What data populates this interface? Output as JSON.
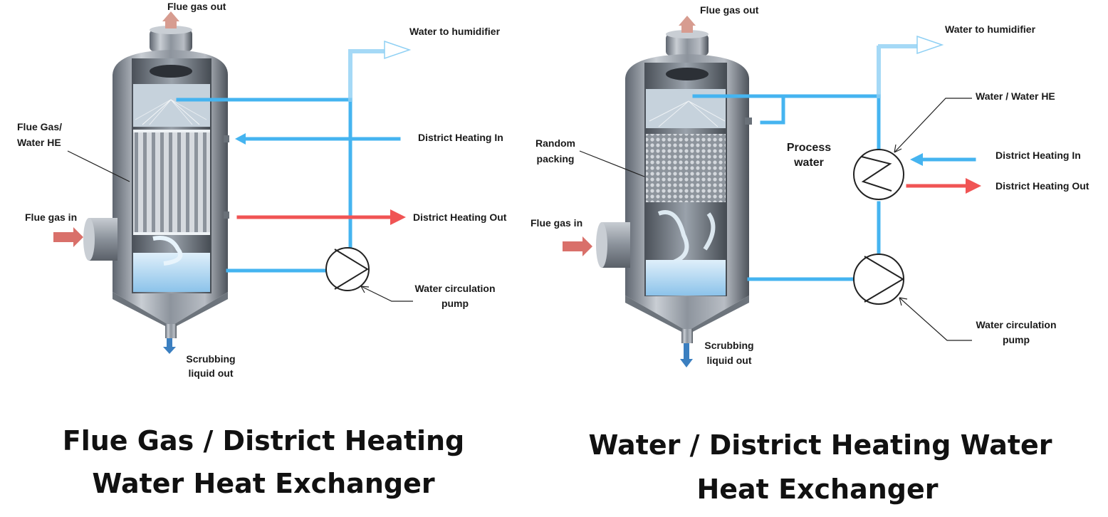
{
  "left_diagram": {
    "flue_gas_out": "Flue gas out",
    "water_to_humidifier": "Water to humidifier",
    "flue_gas_water_he": [
      "Flue Gas/",
      "Water HE"
    ],
    "district_heating_in": "District Heating In",
    "flue_gas_in": "Flue gas in",
    "district_heating_out": "District Heating Out",
    "water_circulation_pump": [
      "Water circulation",
      "pump"
    ],
    "scrubbing_liquid_out": [
      "Scrubbing",
      "liquid out"
    ],
    "caption": [
      "Flue Gas / District Heating",
      "Water Heat Exchanger"
    ]
  },
  "right_diagram": {
    "flue_gas_out": "Flue gas out",
    "water_to_humidifier": "Water to humidifier",
    "water_water_he": "Water / Water HE",
    "random_packing": [
      "Random",
      "packing"
    ],
    "process_water": [
      "Process",
      "water"
    ],
    "district_heating_in": "District Heating In",
    "district_heating_out": "District Heating Out",
    "flue_gas_in": "Flue gas in",
    "water_circulation_pump": [
      "Water circulation",
      "pump"
    ],
    "scrubbing_liquid_out": [
      "Scrubbing",
      "liquid out"
    ],
    "caption": [
      "Water / District Heating Water",
      "Heat Exchanger"
    ]
  },
  "colors": {
    "cold_water": "#45b4f0",
    "hot_water": "#f05454",
    "flue_gas_arrow": "#d9706a",
    "vessel_steel": "#8a929c"
  }
}
